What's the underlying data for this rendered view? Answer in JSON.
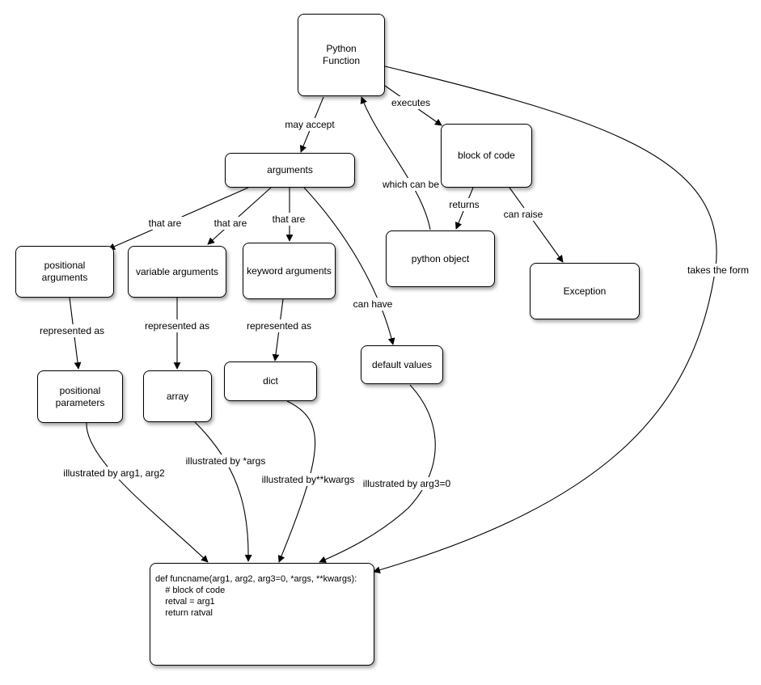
{
  "nodes": {
    "python_function": "Python\nFunction",
    "arguments": "arguments",
    "block_of_code": "block of code",
    "python_object": "python object",
    "exception": "Exception",
    "positional_arguments": "positional\narguments",
    "variable_arguments": "variable arguments",
    "keyword_arguments": "keyword arguments",
    "default_values": "default values",
    "positional_parameters": "positional\nparameters",
    "array": "array",
    "dict": "dict",
    "code_example": [
      "def funcname(arg1, arg2, arg3=0, *args, **kwargs):",
      "    # block of code",
      "    retval = arg1",
      "    return ratval"
    ]
  },
  "edge_labels": {
    "may_accept": "may accept",
    "executes": "executes",
    "which_can_be": "which can be",
    "returns": "returns",
    "can_raise": "can raise",
    "takes_the_form": "takes the form",
    "that_are_1": "that are",
    "that_are_2": "that are",
    "that_are_3": "that are",
    "can_have": "can have",
    "represented_as_1": "represented as",
    "represented_as_2": "represented as",
    "represented_as_3": "represented as",
    "illustrated_by_1": "illustrated by arg1, arg2",
    "illustrated_by_2": "illustrated by *args",
    "illustrated_by_3": "illustrated by**kwargs",
    "illustrated_by_4": "illustrated by arg3=0"
  }
}
